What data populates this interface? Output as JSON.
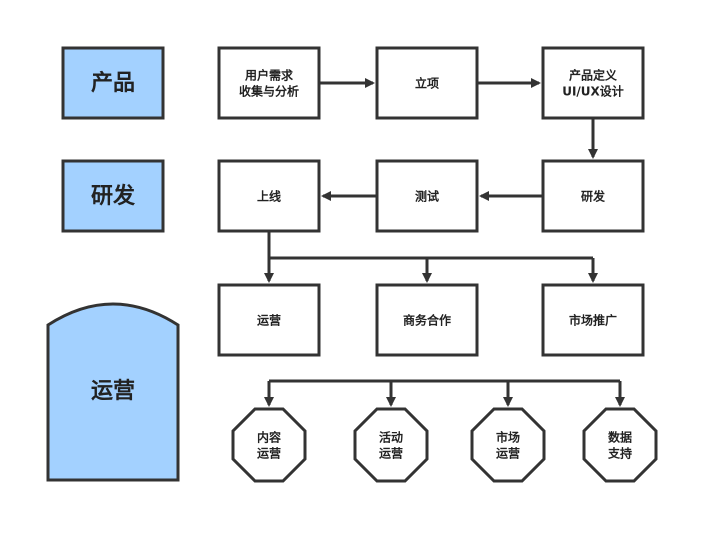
{
  "colors": {
    "stroke": "#333333",
    "side_fill": "#a3d1ff",
    "box_fill": "#ffffff",
    "text": "#222222"
  },
  "departments": {
    "product": "产品",
    "rnd": "研发",
    "operations": "运营"
  },
  "product_flow": {
    "user_needs": [
      "用户需求",
      "收集与分析"
    ],
    "project_setup": "立项",
    "product_def": [
      "产品定义",
      "UI/UX设计"
    ]
  },
  "rnd_flow": {
    "development": "研发",
    "testing": "测试",
    "launch": "上线"
  },
  "ops_flow": {
    "operations": "运营",
    "business_coop": "商务合作",
    "marketing": "市场推广"
  },
  "ops_details": {
    "content": [
      "内容",
      "运营"
    ],
    "activity": [
      "活动",
      "运营"
    ],
    "market": [
      "市场",
      "运营"
    ],
    "data": [
      "数据",
      "支持"
    ]
  }
}
